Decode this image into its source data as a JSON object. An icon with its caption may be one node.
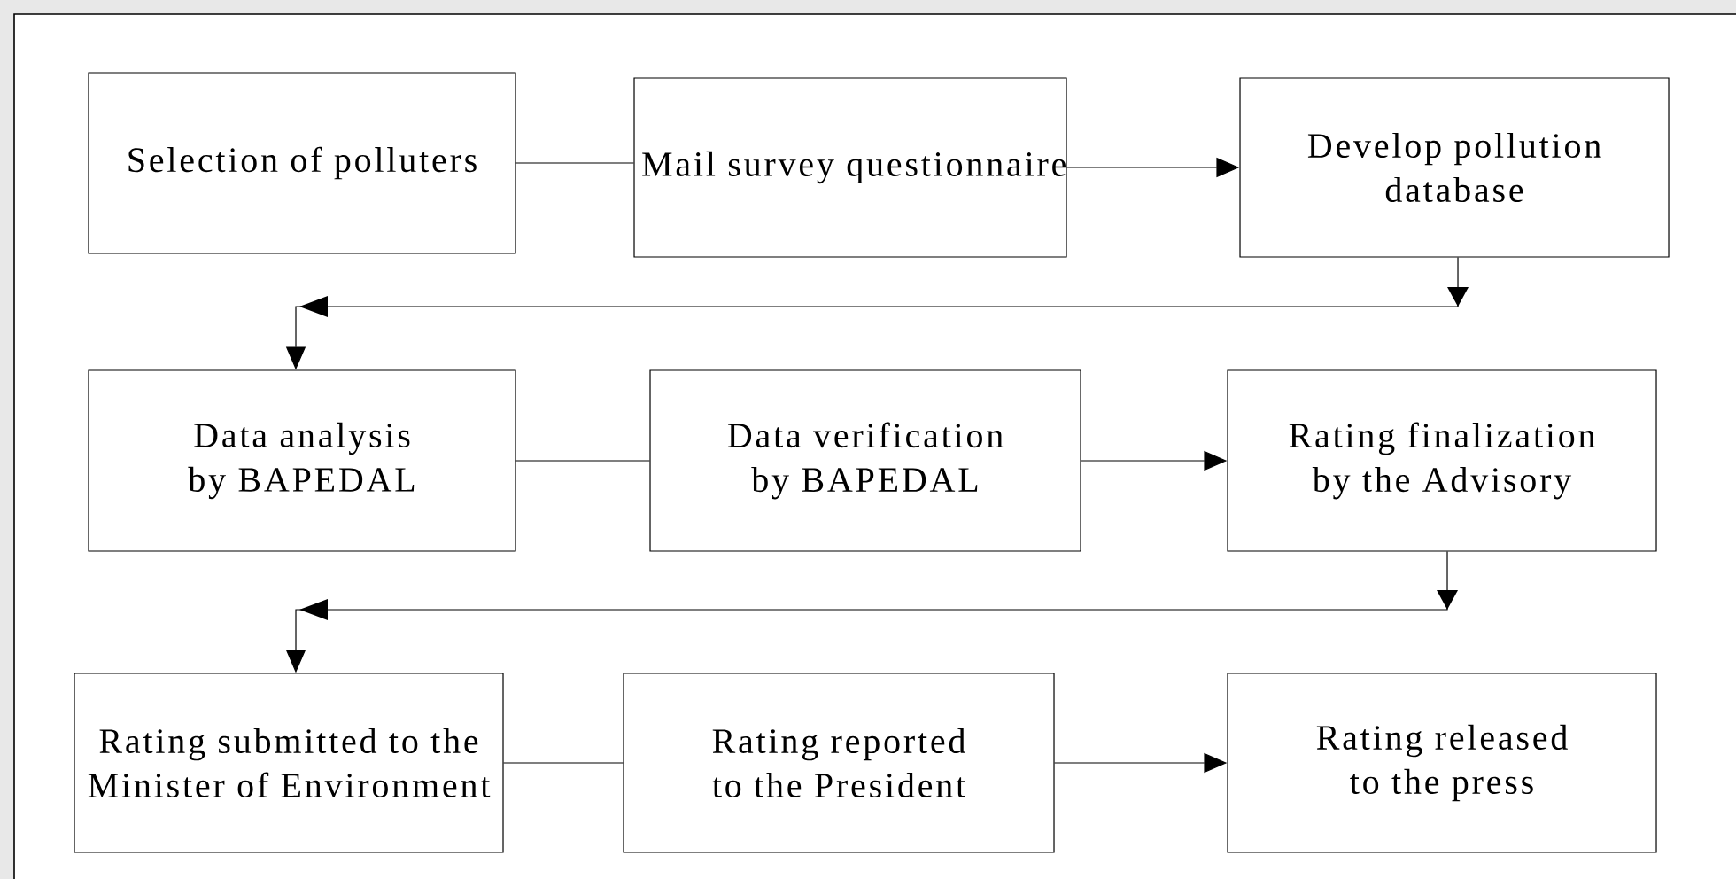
{
  "diagram": {
    "nodes": [
      {
        "text": [
          "Selection of polluters"
        ]
      },
      {
        "text": [
          "Mail survey questionnaire"
        ]
      },
      {
        "text": [
          "Develop pollution database"
        ]
      },
      {
        "text": [
          "Data analysis by BAPEDAL"
        ]
      },
      {
        "text": [
          "Data verification by BAPEDAL"
        ]
      },
      {
        "text": [
          "Rating finalization by the Advisory"
        ]
      },
      {
        "text": [
          "Rating submitted to the Minister of Environment"
        ]
      },
      {
        "text": [
          "Rating reported to the President"
        ]
      },
      {
        "text": [
          "Rating released to the press"
        ]
      }
    ],
    "edges": [
      {
        "from": 0,
        "to": 1,
        "arrow": "none"
      },
      {
        "from": 1,
        "to": 2,
        "arrow": "to"
      },
      {
        "from": 2,
        "to": 3,
        "arrow": "to"
      },
      {
        "from": 3,
        "to": 4,
        "arrow": "none"
      },
      {
        "from": 4,
        "to": 5,
        "arrow": "to"
      },
      {
        "from": 5,
        "to": 6,
        "arrow": "to"
      },
      {
        "from": 6,
        "to": 7,
        "arrow": "none"
      },
      {
        "from": 7,
        "to": 8,
        "arrow": "to"
      }
    ]
  }
}
